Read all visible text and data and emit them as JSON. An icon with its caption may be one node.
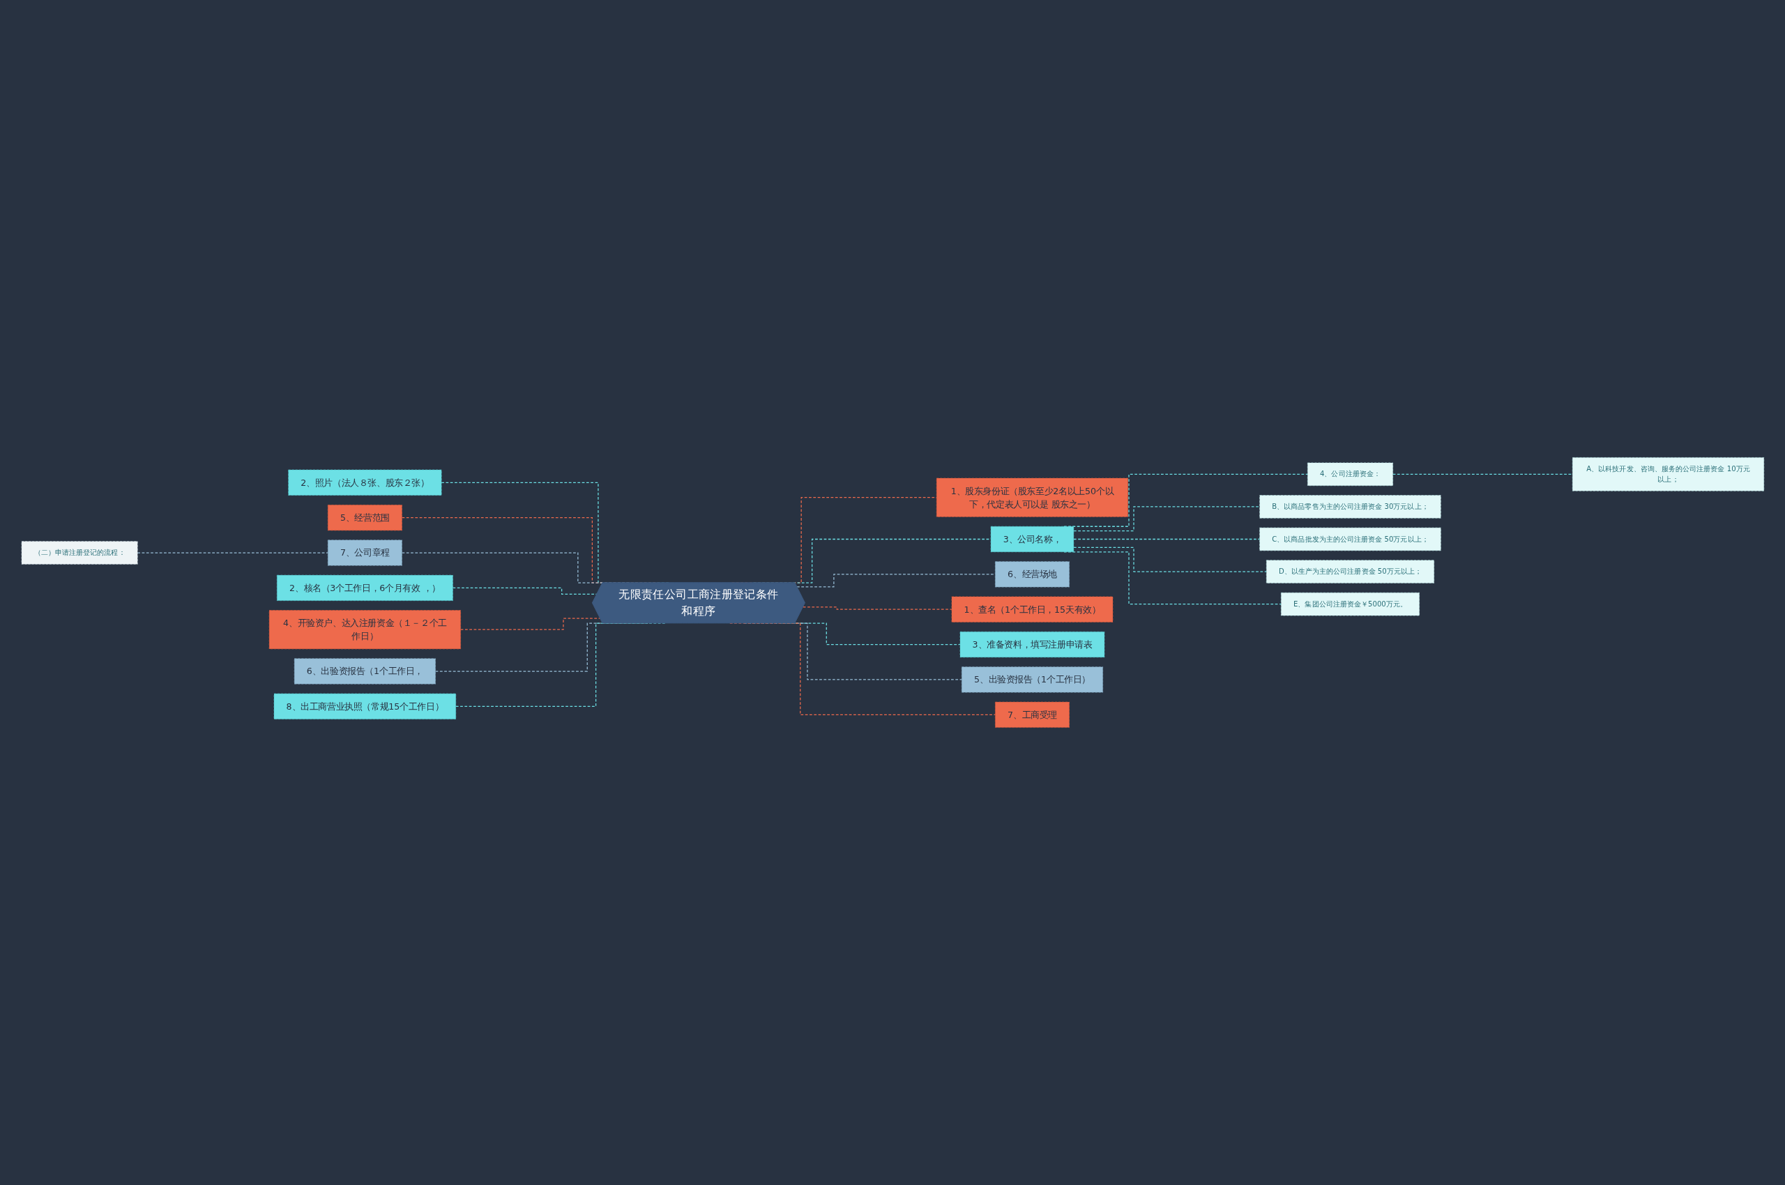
{
  "diagram": {
    "nodes": [
      {
        "text": [
          "无限责任公司工商注册登记条件和程序"
        ]
      },
      {
        "text": [
          "2、照片（法人８张、股东２张）"
        ]
      },
      {
        "text": [
          "5、经营范围"
        ]
      },
      {
        "text": [
          "7、公司章程"
        ]
      },
      {
        "text": [
          "（二）申请注册登记的流程："
        ]
      },
      {
        "text": [
          "2、核名（3个工作日，6个月有效 ，）"
        ]
      },
      {
        "text": [
          "4、开验资户、达入注册资金（１－２个工作日）"
        ]
      },
      {
        "text": [
          "6、出验资报告（1个工作日，"
        ]
      },
      {
        "text": [
          "8、出工商营业执照（常规15个工作日）"
        ]
      },
      {
        "text": [
          "1、股东身份证（股东至少2名以上50个以下，代定表人可以是 股东之一）"
        ]
      },
      {
        "text": [
          "3、公司名称，"
        ]
      },
      {
        "text": [
          "4、公司注册资金："
        ]
      },
      {
        "text": [
          "A、以科技开发、咨询、服务的公司注册资金 10万元以上；"
        ]
      },
      {
        "text": [
          "B、以商品零售为主的公司注册资金 30万元以上；"
        ]
      },
      {
        "text": [
          "C、以商品批发为主的公司注册资金 50万元以上；"
        ]
      },
      {
        "text": [
          "D、以生产为主的公司注册资金 50万元以上；"
        ]
      },
      {
        "text": [
          "E、集团公司注册资金￥5000万元。"
        ]
      },
      {
        "text": [
          "6、经营场地"
        ]
      },
      {
        "text": [
          "1、查名（1个工作日，15天有效）"
        ]
      },
      {
        "text": [
          "3、准备资料，填写注册申请表"
        ]
      },
      {
        "text": [
          "5、出验资报告（1个工作日）"
        ]
      },
      {
        "text": [
          "7、工商受理"
        ]
      }
    ],
    "edges": [
      {
        "from": 0,
        "to": 1,
        "arrow": "none",
        "style": "dashed"
      },
      {
        "from": 0,
        "to": 2,
        "arrow": "none",
        "style": "dashed",
        "color": "#ee6a4c"
      },
      {
        "from": 0,
        "to": 3,
        "arrow": "none",
        "style": "dashed",
        "color": "#99c0d9"
      },
      {
        "from": 3,
        "to": 4,
        "arrow": "none",
        "style": "dashed",
        "color": "#99c0d9"
      },
      {
        "from": 0,
        "to": 5,
        "arrow": "none",
        "style": "dashed"
      },
      {
        "from": 0,
        "to": 6,
        "arrow": "none",
        "style": "dashed",
        "color": "#ee6a4c"
      },
      {
        "from": 0,
        "to": 7,
        "arrow": "none",
        "style": "dashed",
        "color": "#99c0d9"
      },
      {
        "from": 0,
        "to": 8,
        "arrow": "none",
        "style": "dashed"
      },
      {
        "from": 0,
        "to": 9,
        "arrow": "none",
        "style": "dashed",
        "color": "#ee6a4c"
      },
      {
        "from": 0,
        "to": 10,
        "arrow": "none",
        "style": "dashed"
      },
      {
        "from": 10,
        "to": 11,
        "arrow": "none",
        "style": "dashed"
      },
      {
        "from": 11,
        "to": 12,
        "arrow": "none",
        "style": "dashed"
      },
      {
        "from": 10,
        "to": 13,
        "arrow": "none",
        "style": "dashed"
      },
      {
        "from": 10,
        "to": 14,
        "arrow": "none",
        "style": "dashed"
      },
      {
        "from": 10,
        "to": 15,
        "arrow": "none",
        "style": "dashed"
      },
      {
        "from": 10,
        "to": 16,
        "arrow": "none",
        "style": "dashed"
      },
      {
        "from": 0,
        "to": 17,
        "arrow": "none",
        "style": "dashed",
        "color": "#99c0d9"
      },
      {
        "from": 0,
        "to": 18,
        "arrow": "none",
        "style": "dashed",
        "color": "#ee6a4c"
      },
      {
        "from": 0,
        "to": 19,
        "arrow": "none",
        "style": "dashed"
      },
      {
        "from": 0,
        "to": 20,
        "arrow": "none",
        "style": "dashed",
        "color": "#99c0d9"
      },
      {
        "from": 0,
        "to": 21,
        "arrow": "none",
        "style": "dashed",
        "color": "#ee6a4c"
      }
    ]
  }
}
